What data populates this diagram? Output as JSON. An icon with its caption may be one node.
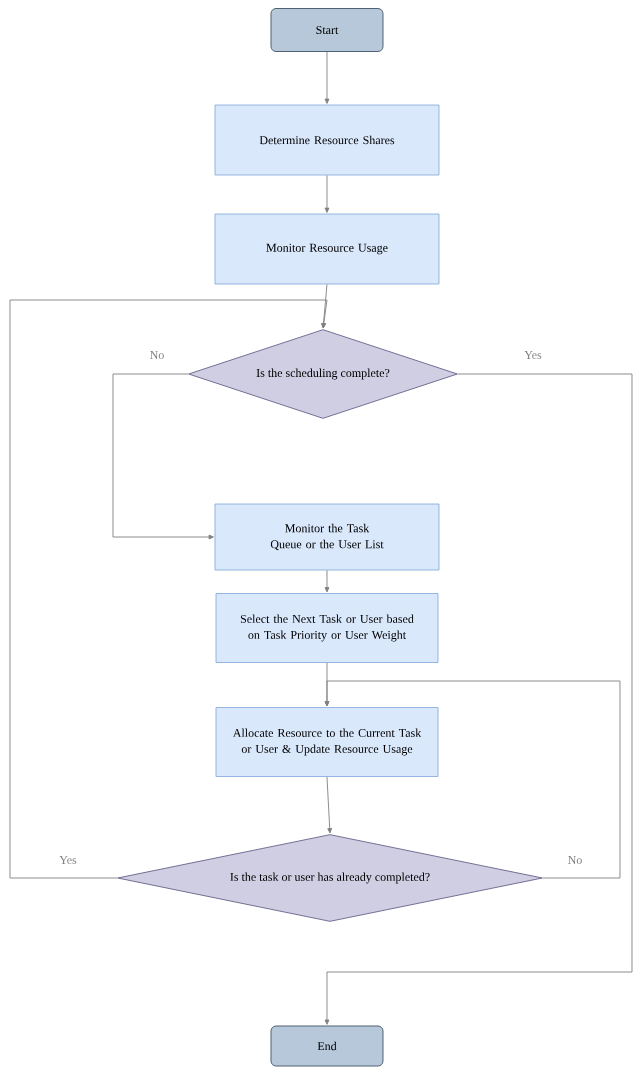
{
  "diagram": {
    "nodes": [
      {
        "text": [
          "Start"
        ]
      },
      {
        "text": [
          "Determine Resource Shares"
        ]
      },
      {
        "text": [
          "Monitor Resource Usage"
        ]
      },
      {
        "text": [
          "Is the scheduling complete?"
        ]
      },
      {
        "text": [
          "Monitor the Task Queue or the User List"
        ]
      },
      {
        "text": [
          "Select the Next Task or User based on Task Priority or User Weight"
        ]
      },
      {
        "text": [
          "Allocate Resource to the Current Task or User & Update Resource Usage"
        ]
      },
      {
        "text": [
          "Is the task or user has already completed?"
        ]
      },
      {
        "text": [
          "End"
        ]
      }
    ],
    "edges": [
      {
        "from": 0,
        "to": 1,
        "arrow": "to"
      },
      {
        "from": 1,
        "to": 2,
        "arrow": "to"
      },
      {
        "from": 2,
        "to": 3,
        "arrow": "to"
      },
      {
        "from": 3,
        "to": 4,
        "arrow": "to",
        "label": "No"
      },
      {
        "from": 3,
        "to": 8,
        "arrow": "to",
        "label": "Yes"
      },
      {
        "from": 4,
        "to": 5,
        "arrow": "to"
      },
      {
        "from": 5,
        "to": 6,
        "arrow": "to"
      },
      {
        "from": 6,
        "to": 7,
        "arrow": "to"
      },
      {
        "from": 7,
        "to": 3,
        "arrow": "to",
        "label": "Yes"
      },
      {
        "from": 7,
        "to": 6,
        "arrow": "to",
        "label": "No"
      }
    ]
  }
}
